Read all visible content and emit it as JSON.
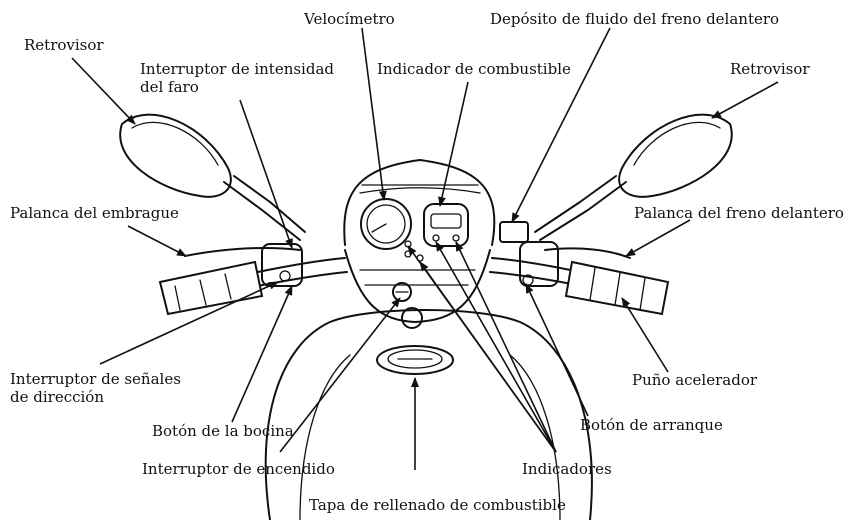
{
  "labels": {
    "mirror_left": "Retrovisor",
    "headlight_switch_1": "Interruptor de intensidad",
    "headlight_switch_2": "del faro",
    "speedometer": "Velocímetro",
    "fuel_gauge": "Indicador de combustible",
    "brake_reservoir": "Depósito de fluido del freno delantero",
    "mirror_right": "Retrovisor",
    "clutch_lever": "Palanca del embrague",
    "brake_lever": "Palanca del freno delantero",
    "turn_signal_switch_1": "Interruptor de señales",
    "turn_signal_switch_2": "de dirección",
    "throttle_grip": "Puño acelerador",
    "horn_button": "Botón de la bocina",
    "start_button": "Botón de arranque",
    "ignition_switch": "Interruptor de encendido",
    "indicators": "Indicadores",
    "fuel_cap": "Tapa de rellenado de combustible"
  }
}
